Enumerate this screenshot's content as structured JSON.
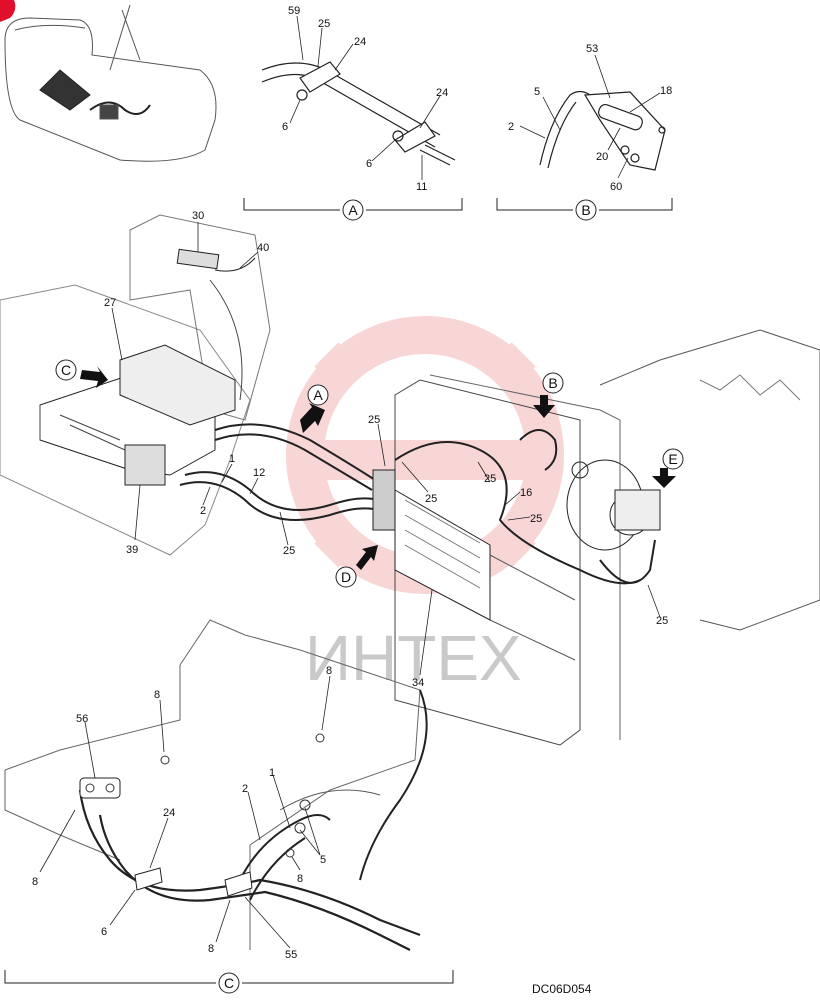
{
  "drawing_code": "DC06D054",
  "watermark_text": "ИНТЕХ",
  "colors": {
    "line": "#2a2a2a",
    "watermark": "#f2a6a6",
    "accent": "#e0102d"
  },
  "view_labels": {
    "a": "A",
    "b": "B",
    "c": "C",
    "d": "D",
    "e": "E"
  },
  "callouts": {
    "a_59": "59",
    "a_25": "25",
    "a_24_top": "24",
    "a_24_bot": "24",
    "a_6_left": "6",
    "a_6_right": "6",
    "a_11": "11",
    "b_53": "53",
    "b_5": "5",
    "b_18": "18",
    "b_2": "2",
    "b_20": "20",
    "b_60": "60",
    "m_30": "30",
    "m_40": "40",
    "m_27": "27",
    "m_1": "1",
    "m_12": "12",
    "m_2": "2",
    "m_39": "39",
    "m_25_a": "25",
    "m_25_b": "25",
    "m_25_c": "25",
    "m_25_d": "25",
    "m_25_e": "25",
    "m_25_f": "25",
    "m_16": "16",
    "m_34": "34",
    "c_8_a": "8",
    "c_8_b": "8",
    "c_56": "56",
    "c_24": "24",
    "c_8_c": "8",
    "c_6": "6",
    "c_1": "1",
    "c_2": "2",
    "c_5": "5",
    "c_8_d": "8",
    "c_8_e": "8",
    "c_55": "55"
  }
}
